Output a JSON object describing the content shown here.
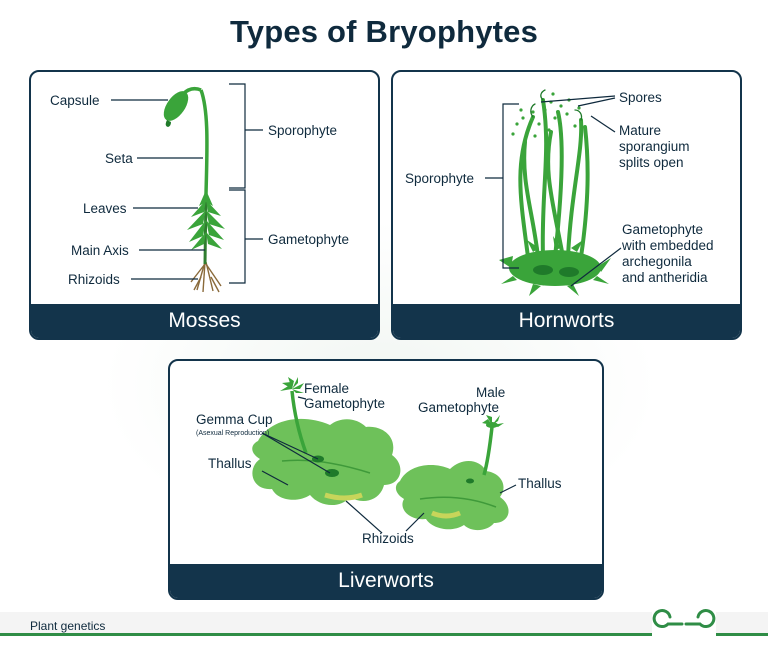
{
  "title": "Types of Bryophytes",
  "panels": {
    "mosses": {
      "name": "Mosses",
      "labels": {
        "capsule": "Capsule",
        "seta": "Seta",
        "leaves": "Leaves",
        "main_axis": "Main Axis",
        "rhizoids": "Rhizoids",
        "sporophyte": "Sporophyte",
        "gametophyte": "Gametophyte"
      }
    },
    "hornworts": {
      "name": "Hornworts",
      "labels": {
        "spores": "Spores",
        "mature_1": "Mature",
        "mature_2": "sporangium",
        "mature_3": "splits open",
        "sporophyte": "Sporophyte",
        "gam_1": "Gametophyte",
        "gam_2": "with embedded",
        "gam_3": "archegonila",
        "gam_4": "and antheridia"
      }
    },
    "liverworts": {
      "name": "Liverworts",
      "labels": {
        "female_1": "Female",
        "female_2": "Gametophyte",
        "male_1": "Male",
        "male_2": "Gametophyte",
        "gemma_cup": "Gemma Cup",
        "asexual": "(Asexual Reproduction)",
        "thallus_left": "Thallus",
        "thallus_right": "Thallus",
        "rhizoids": "Rhizoids"
      }
    }
  },
  "footer": {
    "text": "Plant genetics"
  },
  "colors": {
    "navy": "#13344b",
    "green": "#3aa43a",
    "dark_green": "#1f7a2a",
    "brand": "#2f8d46"
  }
}
